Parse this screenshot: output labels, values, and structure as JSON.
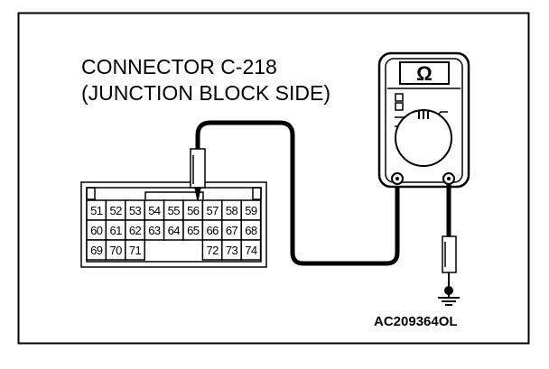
{
  "diagram": {
    "title_line1": "CONNECTOR C-218",
    "title_line2": "(JUNCTION BLOCK SIDE)",
    "figure_code": "AC209364OL",
    "meter_unit_symbol": "Ω",
    "connector_rows": [
      [
        "51",
        "52",
        "53",
        "54",
        "55",
        "56",
        "57",
        "58",
        "59"
      ],
      [
        "60",
        "61",
        "62",
        "63",
        "64",
        "65",
        "66",
        "67",
        "68"
      ],
      [
        "69",
        "70",
        "71",
        "72",
        "73",
        "74"
      ]
    ],
    "probe_pin": "56",
    "colors": {
      "line": "#000000",
      "background": "#ffffff"
    }
  }
}
